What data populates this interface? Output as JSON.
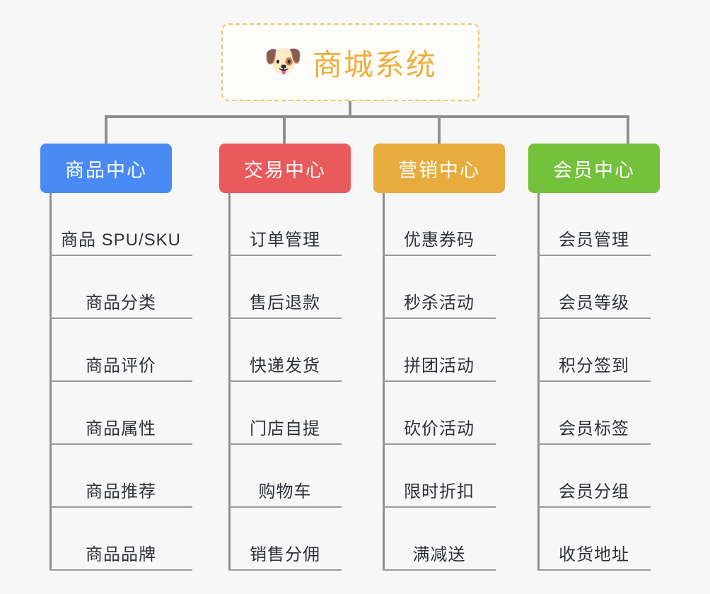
{
  "root": {
    "icon": "dog-face-emoji",
    "icon_glyph": "🐶",
    "title": "商城系统",
    "title_color": "#efae3d",
    "border_color": "#f3c46a"
  },
  "connector_color": "#8f8f8f",
  "background_color": "#f7f7f7",
  "columns": [
    {
      "id": "product-center",
      "label": "商品中心",
      "color": "#4a8af4",
      "items": [
        "商品 SPU/SKU",
        "商品分类",
        "商品评价",
        "商品属性",
        "商品推荐",
        "商品品牌"
      ]
    },
    {
      "id": "trade-center",
      "label": "交易中心",
      "color": "#e85a5c",
      "items": [
        "订单管理",
        "售后退款",
        "快递发货",
        "门店自提",
        "购物车",
        "销售分佣"
      ]
    },
    {
      "id": "marketing-center",
      "label": "营销中心",
      "color": "#e8ab3e",
      "items": [
        "优惠券码",
        "秒杀活动",
        "拼团活动",
        "砍价活动",
        "限时折扣",
        "满减送"
      ]
    },
    {
      "id": "member-center",
      "label": "会员中心",
      "color": "#74c13c",
      "items": [
        "会员管理",
        "会员等级",
        "积分签到",
        "会员标签",
        "会员分组",
        "收货地址"
      ]
    }
  ]
}
